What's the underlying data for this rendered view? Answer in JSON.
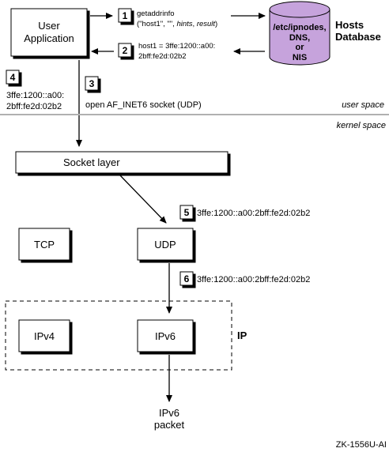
{
  "user_application": {
    "line1": "User",
    "line2": "Application"
  },
  "steps": {
    "s1": "1",
    "s2": "2",
    "s3": "3",
    "s4": "4",
    "s5": "5",
    "s6": "6"
  },
  "call_getaddrinfo": {
    "line1": "getaddrinfo",
    "args_prefix": "(\"host1\", \"\", ",
    "hints": "hints",
    "comma": ", ",
    "result": "result",
    "close": ")"
  },
  "reply_host": {
    "line1": "host1 = 3ffe:1200::a00:",
    "line2": "2bff:fe2d:02b2"
  },
  "hosts_db": {
    "cyl_line1": "/etc/ipnodes,",
    "cyl_line2": "DNS,",
    "cyl_line3": "or",
    "cyl_line4": "NIS",
    "title_line1": "Hosts",
    "title_line2": "Database",
    "color": "#c6a3dc"
  },
  "step4_addr": {
    "line1": "3ffe:1200::a00:",
    "line2": "2bff:fe2d:02b2"
  },
  "step3_text": "open AF_INET6 socket (UDP)",
  "user_space": "user space",
  "kernel_space": "kernel space",
  "socket_layer": "Socket layer",
  "step5_addr": "3ffe:1200::a00:2bff:fe2d:02b2",
  "step6_addr": "3ffe:1200::a00:2bff:fe2d:02b2",
  "tcp": "TCP",
  "udp": "UDP",
  "ipv4": "IPv4",
  "ipv6": "IPv6",
  "ip_label": "IP",
  "packet": {
    "line1": "IPv6",
    "line2": "packet"
  },
  "figure_id": "ZK-1556U-AI"
}
